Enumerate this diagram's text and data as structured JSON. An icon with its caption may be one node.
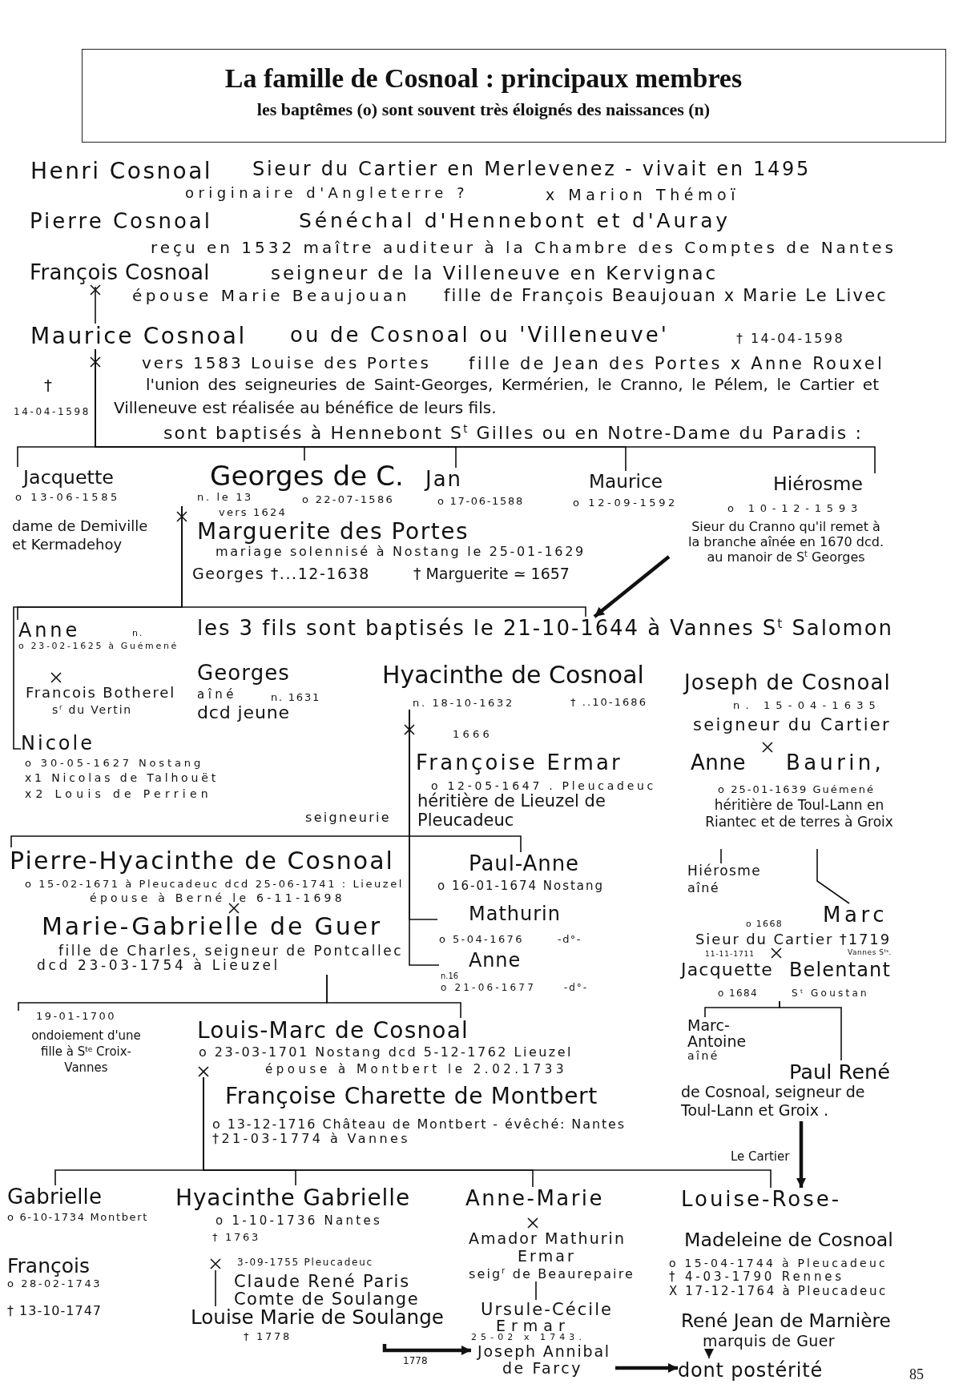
{
  "diagram": {
    "title": "La famille de Cosnoal : principaux membres",
    "nodes": [
      {
        "text": [
          "François Cosnoal"
        ]
      },
      {
        "text": [
          "Maurice Cosnoal"
        ]
      },
      {
        "text": [
          "Jacquette",
          "o 13-06-1585",
          "dame de Demiville et Kermadehoy"
        ]
      },
      {
        "text": [
          "Georges de C.",
          "n. le 13",
          "o 22-07-1586"
        ]
      },
      {
        "text": [
          "Jan",
          "o 17-06-1588"
        ]
      },
      {
        "text": [
          "Maurice",
          "o 12-09-1592"
        ]
      },
      {
        "text": [
          "Hiérosme",
          "o 10-12-1593",
          "Sieur du Cranno qu'il remet à la branche aînée en 1670 dcd. au manoir de S$^{t}$ Georges"
        ]
      },
      {
        "text": [
          "Anne",
          "n.",
          "o 23-02-1625 à Guémené"
        ]
      },
      {
        "text": [
          "Nicole",
          "o 30-05-1627 Nostang",
          "x1 Nicolas de Talhouët",
          "x2 Louis de Perrien"
        ]
      },
      {
        "text": [
          "Hyacinthe de Cosnoal",
          "n. 18-10-1632",
          "† ..10-1686"
        ]
      },
      {
        "text": [
          "Pierre-Hyacinthe de Cosnoal",
          "o 15-02-1671 à Pleucadeuc dcd 25-06-1741 : Lieuzel",
          "épouse à Berné le 6-11-1698"
        ]
      },
      {
        "text": [
          "Paul-Anne",
          "o 16-01-1674 Nostang"
        ]
      },
      {
        "text": [
          "Mathurin",
          "o 5-04-1676",
          "-d°-"
        ]
      },
      {
        "text": [
          "Anne",
          "n.16",
          "o 21-06-1677",
          "-d°-"
        ]
      },
      {
        "text": [
          "Anne",
          "Baurin,",
          "o 25-01-1639 Guémené",
          "héritière de Toul-Lann en Riantec et de terres à Groix"
        ]
      },
      {
        "text": [
          "Hiérosme",
          "aîné"
        ]
      },
      {
        "text": [
          "o 1668",
          "Marc",
          "Sieur du Cartier †1719",
          "Vannes S$^{ts}$."
        ]
      },
      {
        "text": [
          "Jacquette",
          "Belentant",
          "o 1684",
          "S$^{t}$ Goustan"
        ]
      },
      {
        "text": [
          "Marie-Gabrielle de Guer",
          "fille de Charles, seigneur de Pontcallec",
          "dcd 23-03-1754 à Lieuzel"
        ]
      },
      {
        "text": [
          "19-01-1700",
          "ondoiement d'une fille à S$^{te}$ Croix-Vannes"
        ]
      },
      {
        "text": [
          "Louis-Marc de Cosnoal",
          "o 23-03-1701 Nostang dcd 5-12-1762 Lieuzel",
          "épouse à Montbert le 2.02.1733"
        ]
      },
      {
        "text": [
          "Marc-Antoine",
          "aîné"
        ]
      },
      {
        "text": [
          "Paul René",
          "de Cosnoal, seigneur de Toul-Lann et Groix ."
        ]
      },
      {
        "text": [
          "Gabrielle",
          "o 6-10-1734 Montbert"
        ]
      },
      {
        "text": [
          "Hyacinthe Gabrielle",
          "o 1-10-1736 Nantes",
          "† 1763",
          "3-09-1755 Pleucadeuc"
        ]
      },
      {
        "text": [
          "Louise Marie de Soulange",
          "† 1778"
        ]
      },
      {
        "text": [
          "Anne-Marie",
          "Amador Mathurin",
          "Ermar",
          "seig$^{r}$ de Beaurepaire"
        ]
      },
      {
        "text": [
          "Ursule-Cécile",
          "Ermar",
          "25-02 x 1743.",
          "Joseph Annibal",
          "de Farcy"
        ]
      },
      {
        "text": [
          "Louise-Rose-",
          "Madeleine de Cosnoal",
          "o 15-04-1744 à Pleucadeuc",
          "† 4-03-1790 Rennes",
          "X 17-12-1764 à Pleucadeuc"
        ]
      },
      {
        "text": [
          "René Jean de Marnière",
          "marquis de Guer"
        ]
      },
      {
        "text": [
          "dont postérité"
        ]
      },
      {
        "text": [
          "les 3 fils sont baptisés le 21-10-1644 à Vannes S$^{t}$ Salomon"
        ]
      }
    ],
    "edges": [
      {
        "from": 0,
        "to": 1,
        "arrow": "none"
      },
      {
        "from": 1,
        "to": 2,
        "arrow": "none"
      },
      {
        "from": 1,
        "to": 3,
        "arrow": "none"
      },
      {
        "from": 1,
        "to": 4,
        "arrow": "none"
      },
      {
        "from": 1,
        "to": 5,
        "arrow": "none"
      },
      {
        "from": 1,
        "to": 6,
        "arrow": "none"
      },
      {
        "from": 3,
        "to": 7,
        "arrow": "none"
      },
      {
        "from": 3,
        "to": 8,
        "arrow": "none"
      },
      {
        "from": 6,
        "to": 31,
        "arrow": "to",
        "style": "thick"
      },
      {
        "from": 9,
        "to": 10,
        "arrow": "none"
      },
      {
        "from": 9,
        "to": 11,
        "arrow": "none"
      },
      {
        "from": 9,
        "to": 12,
        "arrow": "none"
      },
      {
        "from": 9,
        "to": 13,
        "arrow": "none"
      },
      {
        "from": 14,
        "to": 15,
        "arrow": "none"
      },
      {
        "from": 14,
        "to": 16,
        "arrow": "none"
      },
      {
        "from": 17,
        "to": 21,
        "arrow": "none"
      },
      {
        "from": 17,
        "to": 22,
        "arrow": "none"
      },
      {
        "from": 18,
        "to": 19,
        "arrow": "none"
      },
      {
        "from": 18,
        "to": 20,
        "arrow": "none"
      },
      {
        "from": 20,
        "to": 23,
        "arrow": "none"
      },
      {
        "from": 20,
        "to": 24,
        "arrow": "none"
      },
      {
        "from": 20,
        "to": 26,
        "arrow": "none"
      },
      {
        "from": 20,
        "to": 28,
        "arrow": "none"
      },
      {
        "from": 24,
        "to": 25,
        "arrow": "none"
      },
      {
        "from": 25,
        "to": 27,
        "arrow": "to",
        "style": "thick",
        "label": "1778"
      },
      {
        "from": 26,
        "to": 27,
        "arrow": "none"
      },
      {
        "from": 27,
        "to": 30,
        "arrow": "to",
        "style": "thick"
      },
      {
        "from": 29,
        "to": 30,
        "arrow": "to"
      },
      {
        "from": 22,
        "to": 28,
        "arrow": "to",
        "style": "thick",
        "label": "Le Cartier"
      },
      {
        "from": 3,
        "to": 31,
        "arrow": "none"
      }
    ],
    "labels": [
      "les baptêmes (o) sont souvent très éloignés des naissances (n)",
      "Henri Cosnoal",
      "Sieur du Cartier en Merlevenez - vivait en 1495",
      "originaire d'Angleterre ?",
      "x Marion Thémoï",
      "Pierre Cosnoal",
      "Sénéchal d'Hennebont et d'Auray",
      "reçu en 1532 maître auditeur à la Chambre des Comptes de Nantes",
      "seigneur de la Villeneuve en Kervignac",
      "épouse Marie Beaujouan",
      "fille de François Beaujouan x Marie Le Livec",
      "ou de Cosnoal ou 'Villeneuve'",
      "† 14-04-1598",
      "vers 1583 Louise des Portes",
      "fille de Jean des Portes x Anne Rouxel",
      "†",
      "14-04-1598",
      "l'union des seigneuries de Saint-Georges, Kermérien, le Cranno, le Pélem, le Cartier et Villeneuve est réalisée au bénéfice de leurs fils.",
      "sont baptisés à Hennebont S$^{t}$ Gilles ou en Notre-Dame du Paradis :",
      "vers 1624",
      "Marguerite des Portes",
      "mariage solennisé à Nostang le 25-01-1629",
      "Georges †...12-1638",
      "† Marguerite ≃ 1657",
      "Francois Botherel",
      "s$^{r}$ du Vertin",
      "Georges",
      "aîné",
      "n. 1631",
      "dcd jeune",
      "1666",
      "Françoise Ermar",
      "o 12-05-1647 . Pleucadeuc",
      "héritière de Lieuzel de Pleucadeuc",
      "seigneurie",
      "Joseph de Cosnoal",
      "n. 15-04-1635",
      "seigneur du Cartier",
      "11-11-1711",
      "Françoise Charette de Montbert",
      "o 13-12-1716 Château de Montbert - évêché: Nantes",
      "†21-03-1774 à Vannes",
      "François",
      "o 28-02-1743",
      "† 13-10-1747",
      "Claude René Paris",
      "Comte de Soulange",
      "85"
    ]
  }
}
